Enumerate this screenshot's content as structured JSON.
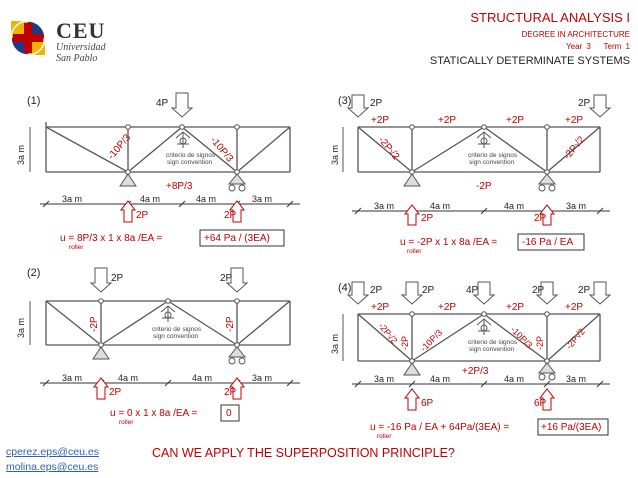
{
  "logo": {
    "name": "CEU",
    "line1": "Universidad",
    "line2": "San Pablo"
  },
  "header": {
    "title": "STRUCTURAL ANALYSIS I",
    "degree": "DEGREE IN ARCHITECTURE",
    "year": "Year 3",
    "term": "Term 1",
    "subtitle": "STATICALLY DETERMINATE SYSTEMS"
  },
  "common": {
    "dim_3a": "3a  m",
    "dim_4a": "4a  m",
    "height": "3a  m",
    "criterio": "criterio de signos",
    "convention": "sign convention",
    "roller": "roller"
  },
  "panels": {
    "p1": {
      "id": "(1)",
      "load": "4P",
      "diag_left": "-10P/3",
      "diag_right": "-10P/3",
      "bottom": "+8P/3",
      "react_l": "2P",
      "react_r": "2P",
      "formula": "u    = 8P/3 x 1 x 8a /EA =",
      "result": "+64 Pa / (3EA)"
    },
    "p2": {
      "id": "(2)",
      "load_l": "2P",
      "load_r": "2P",
      "vert_l": "-2P",
      "vert_r": "-2P",
      "react_l": "2P",
      "react_r": "2P",
      "formula": "u    = 0 x 1 x 8a /EA =",
      "result": "0"
    },
    "p3": {
      "id": "(3)",
      "load_l": "2P",
      "load_r": "2P",
      "top": [
        "+2P",
        "+2P",
        "+2P",
        "+2P"
      ],
      "diag_l": "-2P√2",
      "diag_r": "-2P√2",
      "bottom": "-2P",
      "react_l": "2P",
      "react_r": "2P",
      "formula": "u    = -2P x 1 x 8a /EA =",
      "result": "-16 Pa / EA"
    },
    "p4": {
      "id": "(4)",
      "load_l": "2P",
      "load_ml": "2P",
      "load_m": "4P",
      "load_mr": "2P",
      "load_r": "2P",
      "top": [
        "+2P",
        "+2P",
        "+2P",
        "+2P"
      ],
      "diag_l": "-2P√2",
      "vert_l": "-2P",
      "diag_ml": "-10P/3",
      "diag_mr": "-10P/3",
      "vert_r": "-2P",
      "diag_r": "-2P√2",
      "bottom": "+2P/3",
      "react_l": "6P",
      "react_r": "6P",
      "formula": "u    = -16 Pa / EA + 64Pa/(3EA) =",
      "result": "+16 Pa/(3EA)"
    }
  },
  "contact": {
    "email1": "cperez.eps@ceu.es",
    "email2": "molina.eps@ceu.es"
  },
  "question": "CAN WE APPLY THE SUPERPOSITION PRINCIPLE?",
  "colors": {
    "red": "#c00000",
    "gray": "#555555",
    "blue": "#3060b0"
  }
}
